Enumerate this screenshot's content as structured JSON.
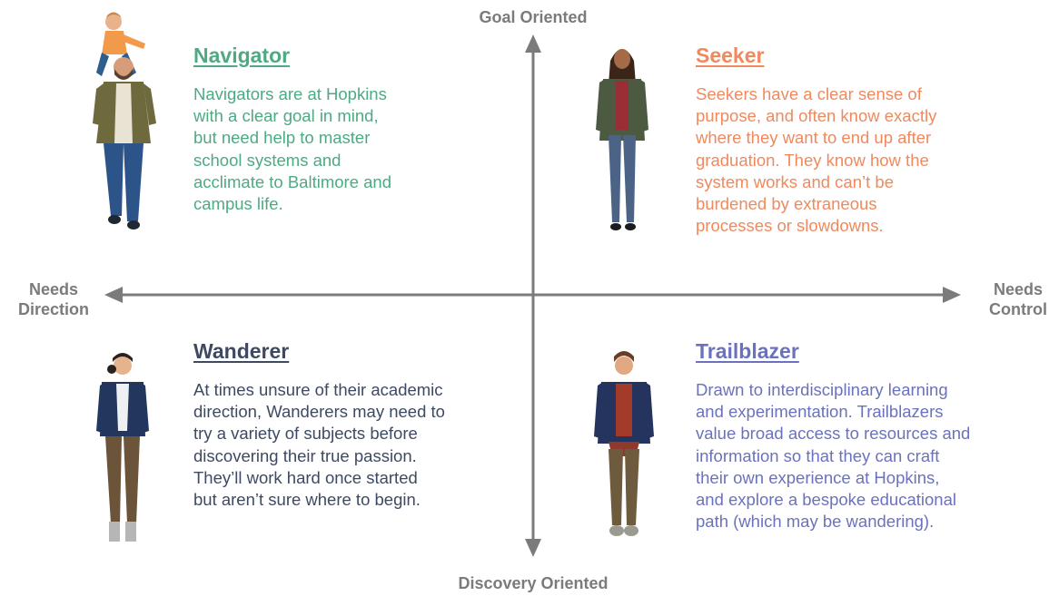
{
  "axes": {
    "top": "Goal Oriented",
    "bottom": "Discovery Oriented",
    "left_line1": "Needs",
    "left_line2": "Direction",
    "right_line1": "Needs",
    "right_line2": "Control",
    "color": "#7b7b7b"
  },
  "personas": {
    "navigator": {
      "title": "Navigator",
      "color": "#4daa82",
      "lines": [
        "Navigators are at Hopkins",
        "with a clear goal in mind,",
        "but need help to master",
        "school systems and",
        "acclimate to Baltimore and",
        "campus life."
      ]
    },
    "seeker": {
      "title": "Seeker",
      "color": "#f0895d",
      "lines": [
        "Seekers have a clear sense of",
        "purpose, and often know exactly",
        "where they want to end up after",
        "graduation. They know how the",
        "system works and can’t be",
        "burdened by extraneous",
        "processes or slowdowns."
      ]
    },
    "wanderer": {
      "title": "Wanderer",
      "color": "#3d4a62",
      "lines": [
        "At times unsure of their academic",
        "direction, Wanderers may need to",
        "try a variety of subjects before",
        "discovering their true passion.",
        "They’ll work hard once started",
        "but aren’t sure where to begin."
      ]
    },
    "trailblazer": {
      "title": "Trailblazer",
      "color": "#6b72bd",
      "lines": [
        "Drawn to interdisciplinary learning",
        "and experimentation. Trailblazers",
        "value broad access to  resources and",
        "information so that they can craft",
        "their own experience at Hopkins,",
        "and explore a bespoke educational",
        "path (which may be wandering)."
      ]
    }
  }
}
